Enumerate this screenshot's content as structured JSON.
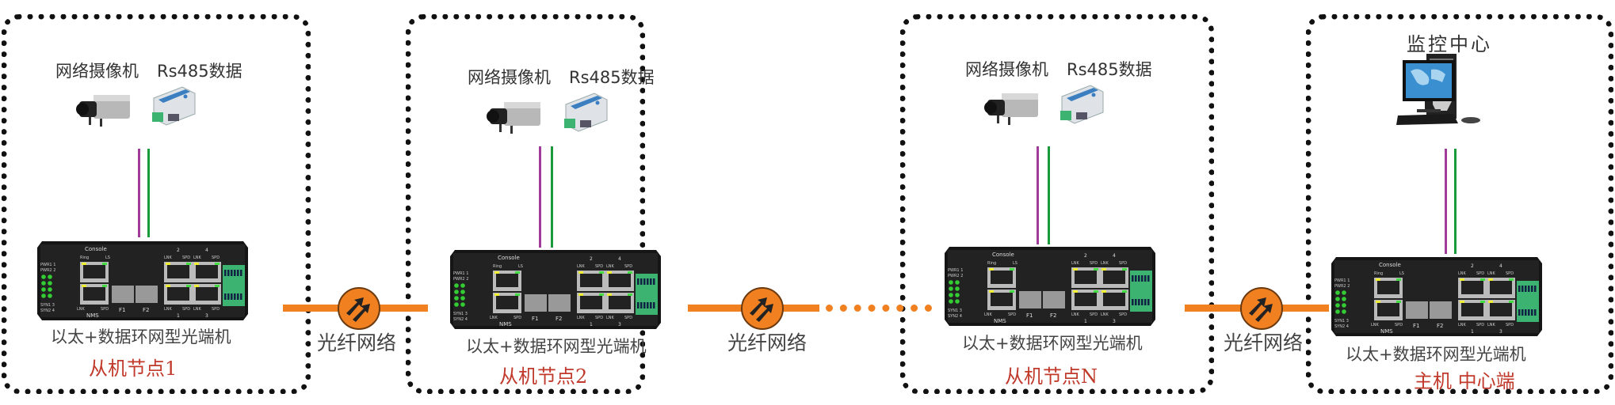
{
  "nodes": [
    {
      "top_label_camera": "网络摄像机",
      "top_label_data": "Rs485数据",
      "device_label": "以太+数据环网型光端机",
      "node_label": "从机节点1"
    },
    {
      "top_label_camera": "网络摄像机",
      "top_label_data": "Rs485数据",
      "device_label": "以太+数据环网型光端机",
      "node_label": "从机节点2"
    },
    {
      "top_label_camera": "网络摄像机",
      "top_label_data": "Rs485数据",
      "device_label": "以太+数据环网型光端机",
      "node_label": "从机节点N"
    },
    {
      "top_label_center": "监控中心",
      "device_label": "以太+数据环网型光端机",
      "node_label": "主机 中心端"
    }
  ],
  "fiber_links": [
    {
      "label": "光纤网络"
    },
    {
      "label": "光纤网络"
    },
    {
      "label": "光纤网络"
    }
  ],
  "device_panel": {
    "console": "Console",
    "ring": "Ring",
    "ls": "LS",
    "nms": "NMS",
    "f1": "F1",
    "f2": "F2",
    "lnk": "LNK",
    "spd": "SPD",
    "pwr1": "PWR1 1",
    "pwr2": "PWR2 2",
    "syn1": "SYN1 3",
    "syn2": "SYN2 4",
    "p1": "1",
    "p2": "2",
    "p3": "3",
    "p4": "4"
  },
  "colors": {
    "fiber": "#f08020",
    "ethernet_line": "#a23a9a",
    "data_line": "#1a9a3a",
    "node_label": "#c0392b",
    "terminal": "#3cb371"
  }
}
